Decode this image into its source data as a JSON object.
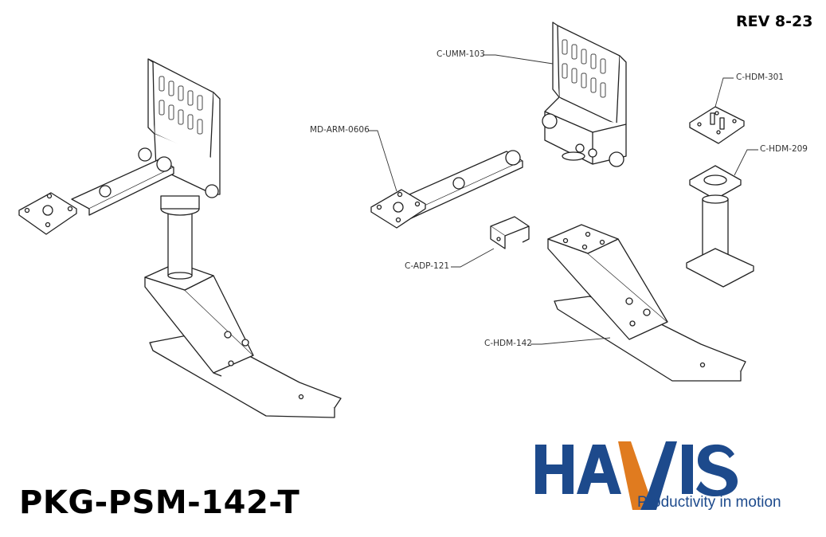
{
  "revision": "REV 8-23",
  "model_number": "PKG-PSM-142-T",
  "brand": {
    "name": "HAVIS",
    "tagline": "Productivity in motion",
    "colors": {
      "primary": "#1d4a8c",
      "accent": "#e07b1f"
    }
  },
  "parts": [
    {
      "id": "C-UMM-103"
    },
    {
      "id": "C-HDM-301"
    },
    {
      "id": "MD-ARM-0606"
    },
    {
      "id": "C-HDM-209"
    },
    {
      "id": "C-ADP-121"
    },
    {
      "id": "C-HDM-142"
    }
  ]
}
